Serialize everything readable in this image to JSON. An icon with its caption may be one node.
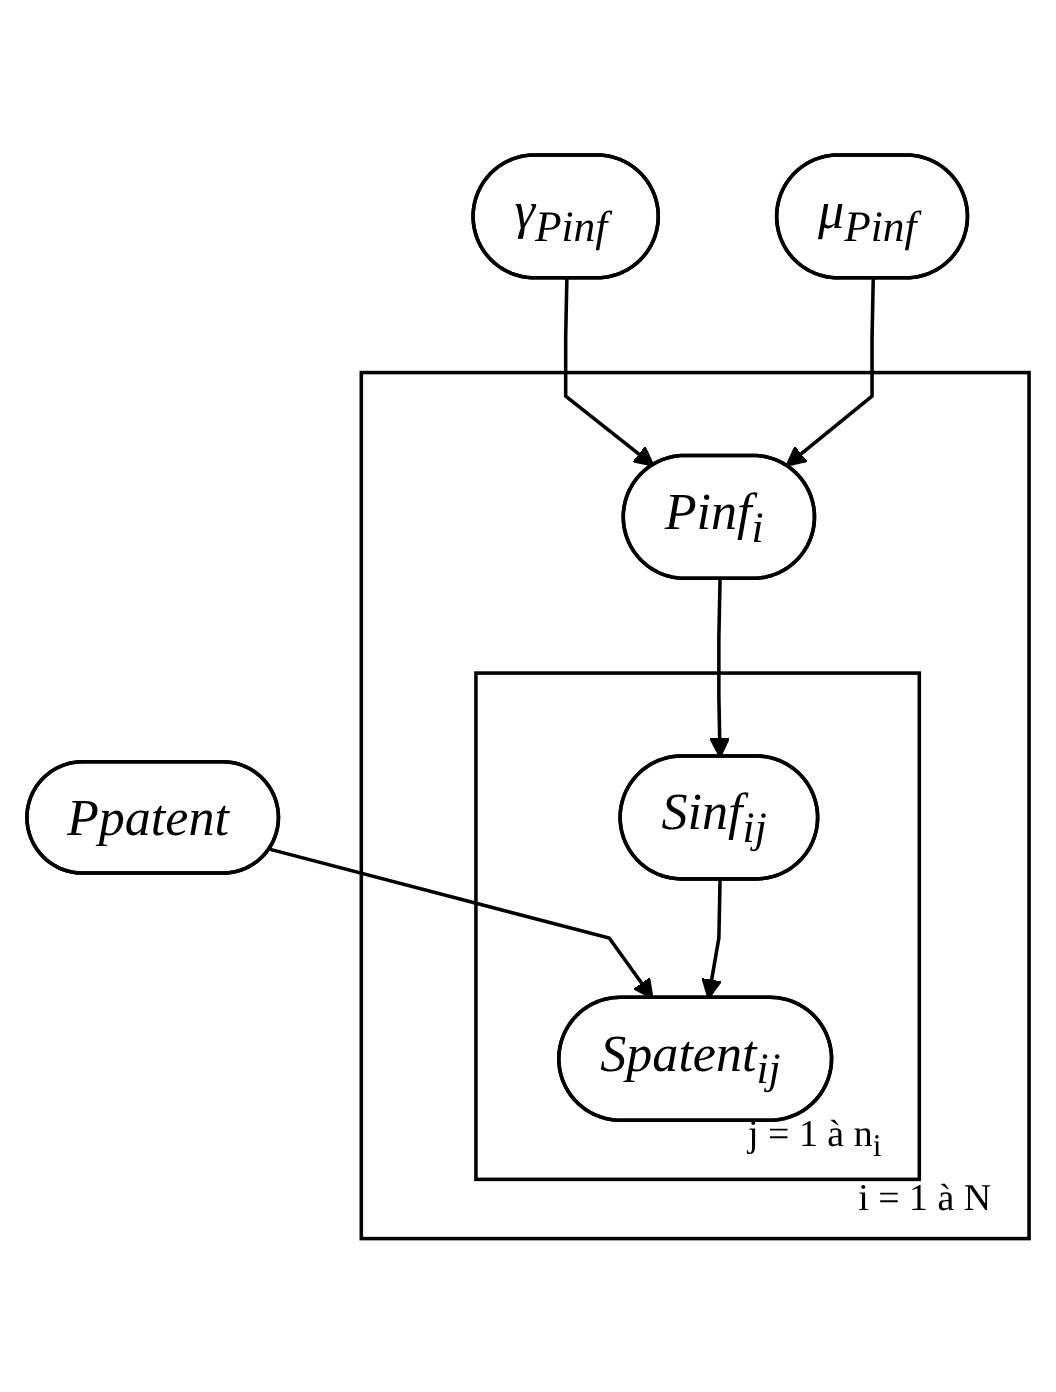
{
  "diagram": {
    "nodes": [
      {
        "text": [
          "Ppatent"
        ]
      },
      {
        "text": [
          "γ$_{Pinf}$"
        ]
      },
      {
        "text": [
          "μ$_{Pinf}$"
        ]
      },
      {
        "text": [
          "i = 1 à N"
        ]
      },
      {
        "text": [
          "Pinf$_{i}$"
        ],
        "in": 3
      },
      {
        "text": [
          "j = 1 à n$_{i}$"
        ],
        "in": 3
      },
      {
        "text": [
          "Sinf$_{ij}$"
        ],
        "in": 5
      },
      {
        "text": [
          "Spatent$_{ij}$"
        ],
        "in": 5
      }
    ],
    "edges": [
      {
        "from": 0,
        "to": 7,
        "arrow": "to"
      },
      {
        "from": 1,
        "to": 4,
        "arrow": "to"
      },
      {
        "from": 2,
        "to": 4,
        "arrow": "to"
      },
      {
        "from": 4,
        "to": 6,
        "arrow": "to"
      },
      {
        "from": 6,
        "to": 7,
        "arrow": "to"
      }
    ]
  }
}
